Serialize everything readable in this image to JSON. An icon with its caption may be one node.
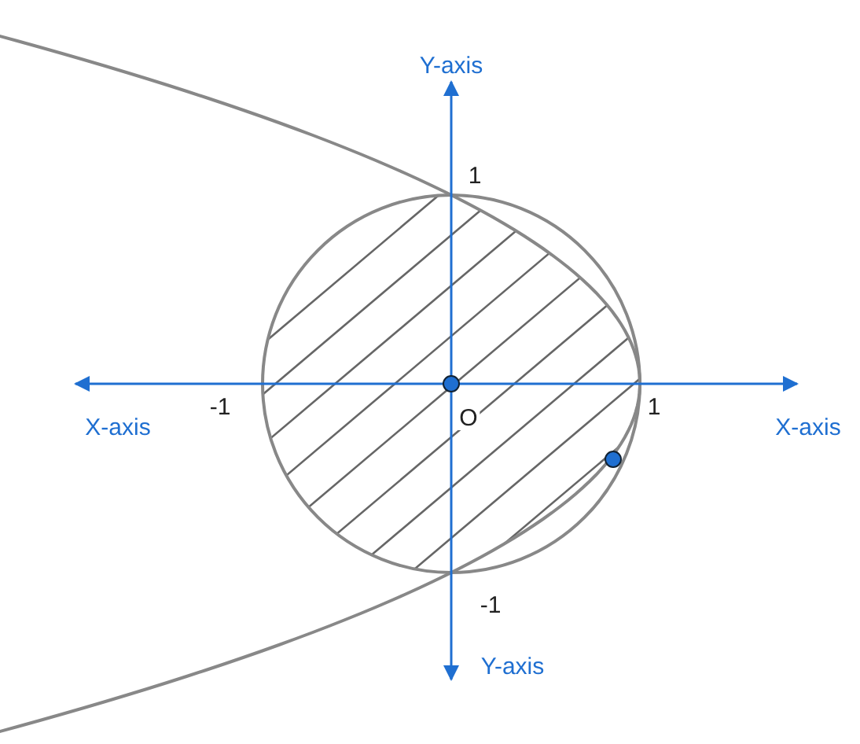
{
  "diagram": {
    "labels": [
      "Y-axis",
      "1",
      "X-axis",
      "-1",
      "O",
      "1",
      "X-axis",
      "-1",
      "Y-axis"
    ]
  }
}
